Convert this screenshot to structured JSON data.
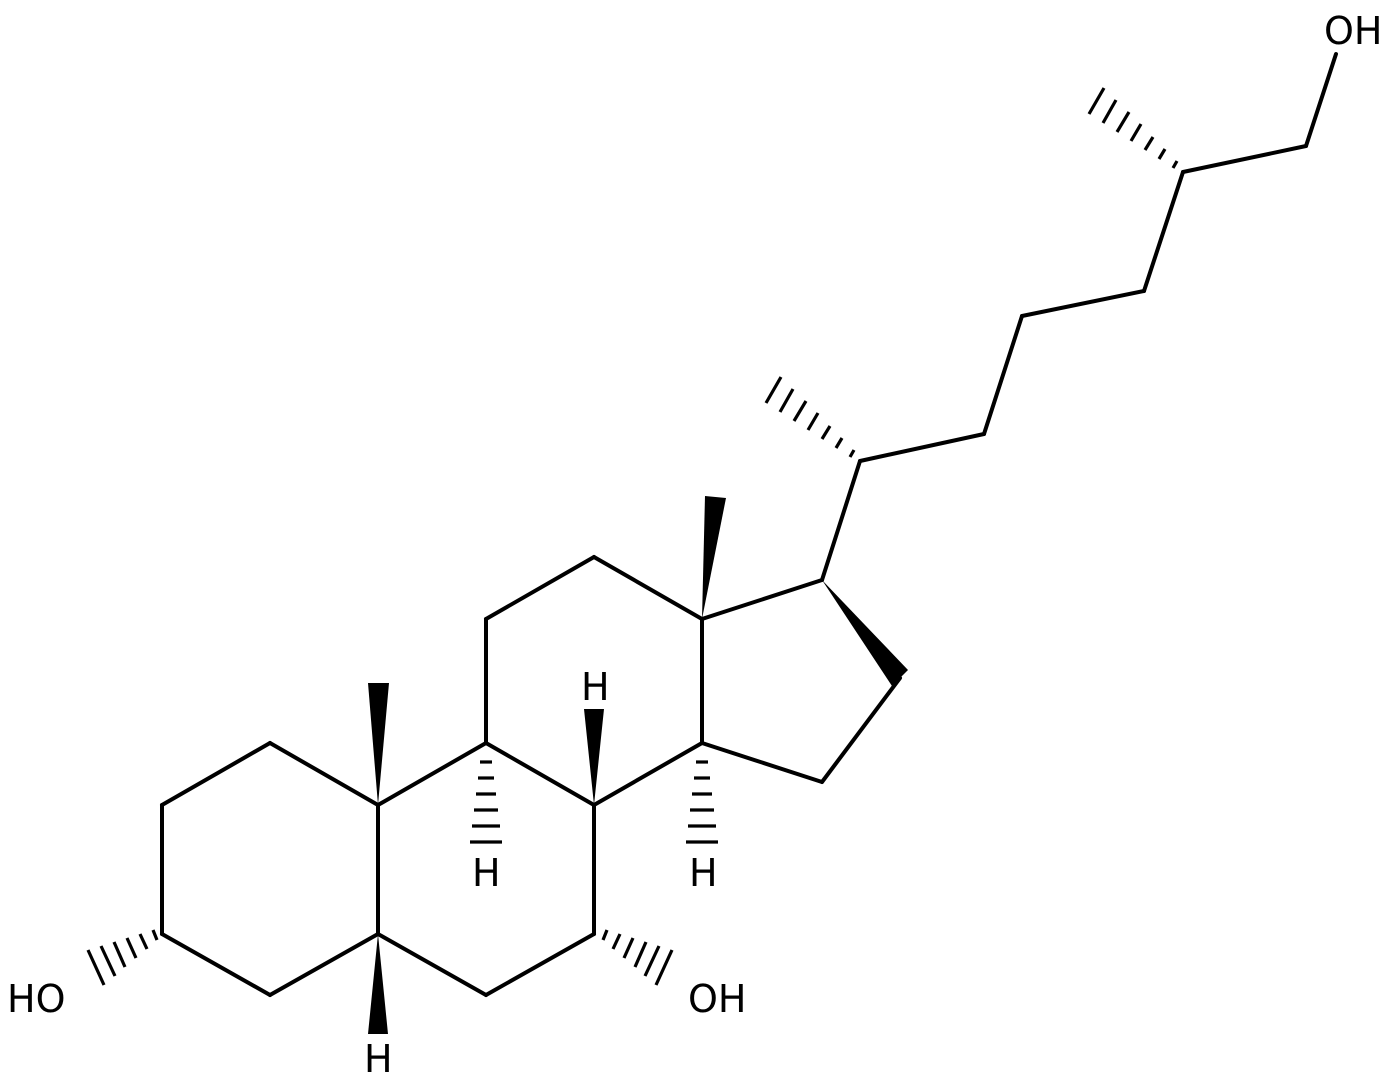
{
  "molecule": {
    "labels": {
      "oh_c3": "HO",
      "oh_c7": "OH",
      "oh_c26": "OH",
      "h_c5": "H",
      "h_c8": "H",
      "h_c9": "H",
      "h_c14": "H"
    }
  }
}
